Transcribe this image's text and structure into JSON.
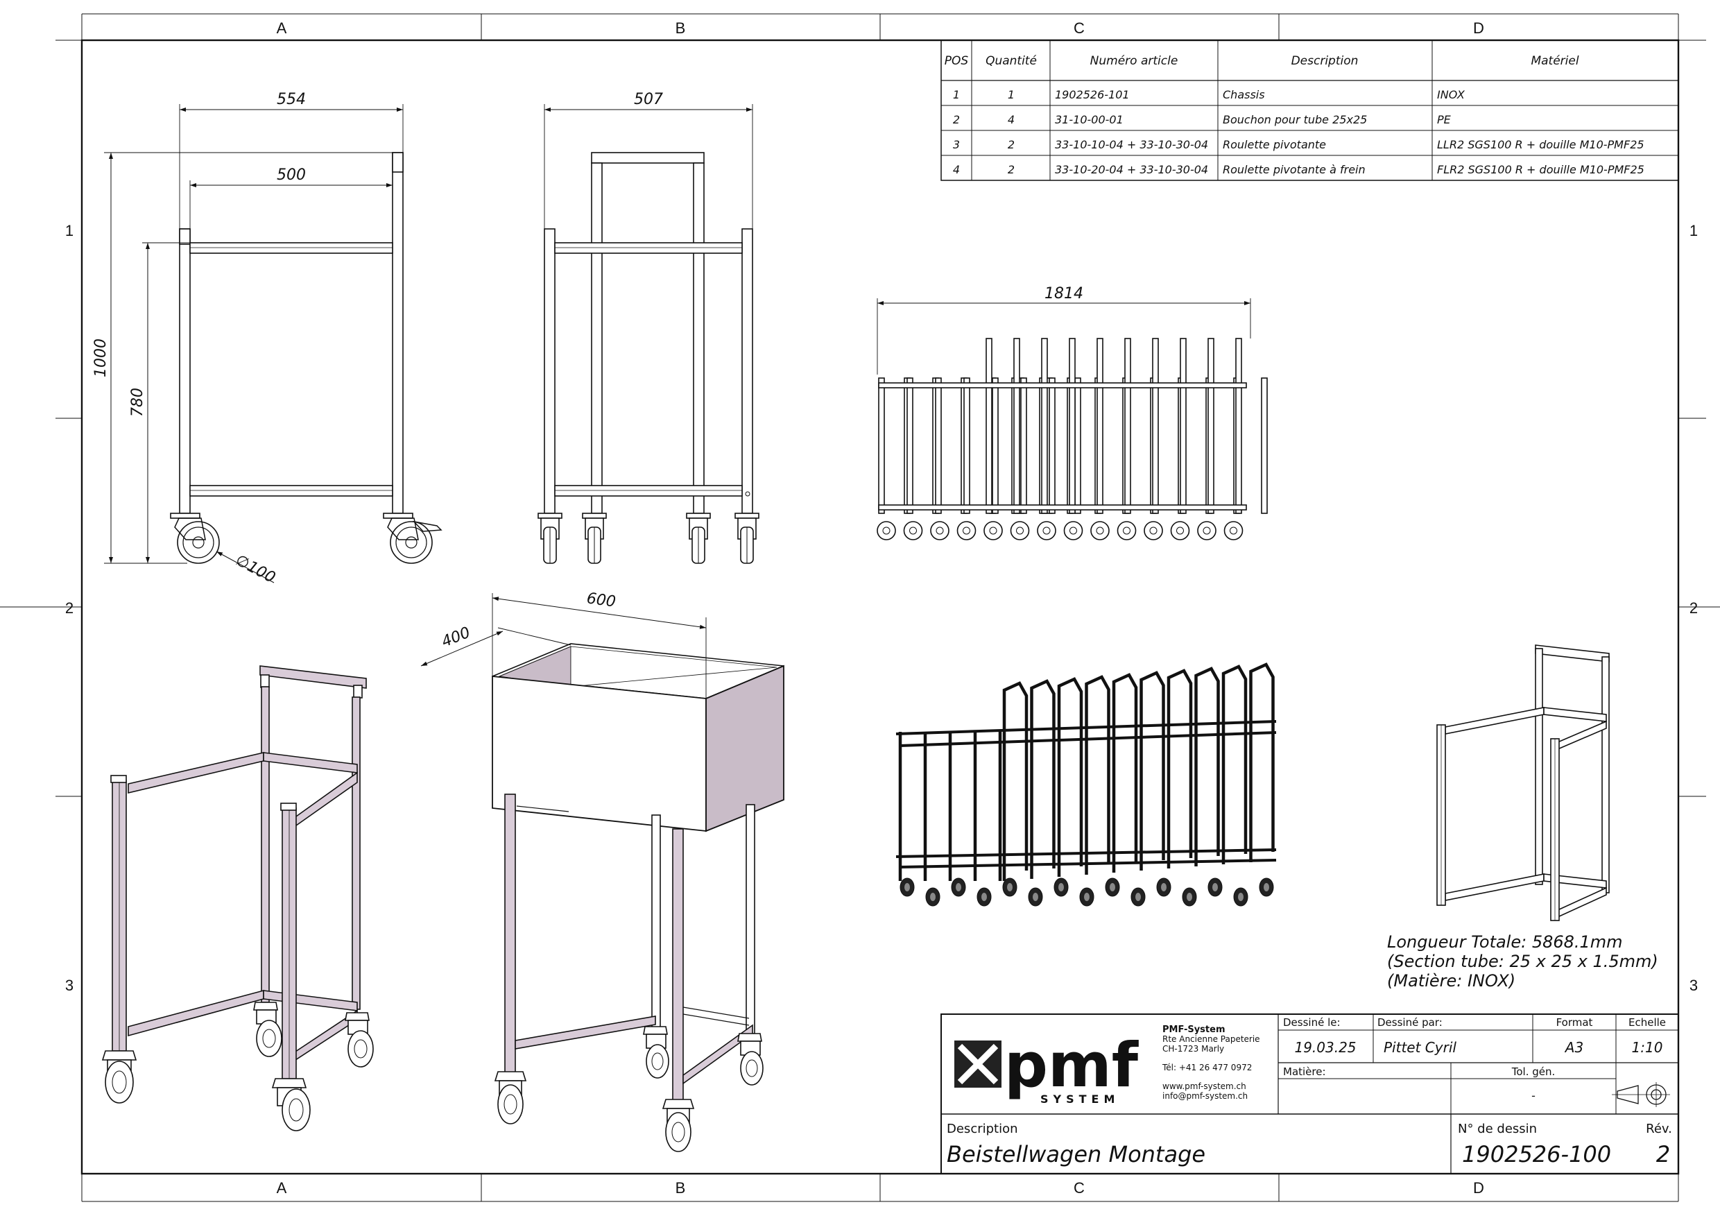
{
  "zones": {
    "columns": [
      "A",
      "B",
      "C",
      "D"
    ],
    "rows": [
      "1",
      "2",
      "3"
    ]
  },
  "bom": {
    "headers": [
      "POS",
      "Quantité",
      "Numéro article",
      "Description",
      "Matériel"
    ],
    "rows": [
      [
        "1",
        "1",
        "1902526-101",
        "Chassis",
        "INOX"
      ],
      [
        "2",
        "4",
        "31-10-00-01",
        "Bouchon pour tube 25x25",
        "PE"
      ],
      [
        "3",
        "2",
        "33-10-10-04 + 33-10-30-04",
        "Roulette pivotante",
        "LLR2 SGS100 R  + douille M10-PMF25"
      ],
      [
        "4",
        "2",
        "33-10-20-04 + 33-10-30-04",
        "Roulette pivotante à frein",
        "FLR2 SGS100 R + douille M10-PMF25"
      ]
    ]
  },
  "dimensions": {
    "front_width_outer": "554",
    "front_width_inner": "500",
    "height_total": "1000",
    "height_shelf": "780",
    "wheel_diameter": "∅100",
    "side_width": "507",
    "stack_length": "1814",
    "box_length": "600",
    "box_depth": "400"
  },
  "notes": {
    "line1": "Longueur Totale: 5868.1mm",
    "line2": "(Section tube: 25 x 25 x 1.5mm)",
    "line3": "(Matière: INOX)"
  },
  "title_block": {
    "company": {
      "logo_text": "pmf",
      "logo_sub": "SYSTEM",
      "name": "PMF-System",
      "address1": "Rte Ancienne Papeterie",
      "address2": "CH-1723 Marly",
      "phone": "Tél:  +41 26 477 0972",
      "web": "www.pmf-system.ch",
      "email": "info@pmf-system.ch"
    },
    "drawn_on_label": "Dessiné le:",
    "drawn_on_value": "19.03.25",
    "drawn_by_label": "Dessiné par:",
    "drawn_by_value": "Pittet Cyril",
    "format_label": "Format",
    "format_value": "A3",
    "scale_label": "Echelle",
    "scale_value": "1:10",
    "material_label": "Matière:",
    "tolerance_label": "Tol. gén.",
    "tolerance_value": "-",
    "description_label": "Description",
    "description_value": "Beistellwagen Montage",
    "drawing_no_label": "N° de dessin",
    "drawing_no_value": "1902526-100",
    "revision_label": "Rév.",
    "revision_value": "2"
  },
  "colors": {
    "line": "#111111",
    "tube_highlight": "#d9ccd8",
    "box_side": "#c9bcc8"
  }
}
